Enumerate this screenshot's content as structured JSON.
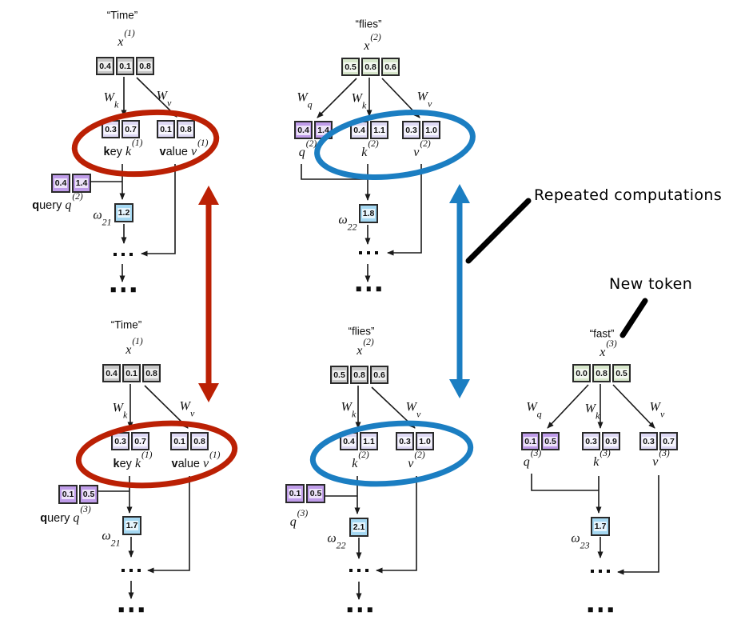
{
  "figure": {
    "description": "Attention key/value re-computation diagram for autoregressive decoding"
  },
  "annotations": {
    "repeated_computations": "Repeated computations",
    "new_token": "New token"
  },
  "ellipsis_glyph": "...",
  "colors": {
    "red": "#bb2004",
    "blue": "#1b7ec2",
    "gray": "#c7c7c7",
    "green": "#d7e7cb",
    "lavender": "#ded9f4",
    "purple": "#bf9ce9",
    "skyblue": "#a5d8f2",
    "line": "#1a1a1a",
    "ink": "#000000"
  },
  "columns": [
    {
      "token": "“Time”",
      "input": {
        "sym": "x",
        "sup": "(1)",
        "values": [
          "0.4",
          "0.1",
          "0.8"
        ]
      },
      "weights": [
        {
          "sym": "W",
          "sub": "k"
        },
        {
          "sym": "W",
          "sub": "v"
        }
      ],
      "heads": [
        {
          "word": "key",
          "sym": "k",
          "sup": "(1)",
          "values": [
            "0.3",
            "0.7"
          ]
        },
        {
          "word": "value",
          "sym": "v",
          "sup": "(1)",
          "values": [
            "0.1",
            "0.8"
          ]
        }
      ],
      "query": {
        "word": "query",
        "sym": "q",
        "sup": "(2)",
        "values": [
          "0.4",
          "1.4"
        ]
      },
      "omega": {
        "sym": "ω",
        "sub": "21",
        "value": "1.2"
      }
    },
    {
      "token": "“flies”",
      "input": {
        "sym": "x",
        "sup": "(2)",
        "values": [
          "0.5",
          "0.8",
          "0.6"
        ]
      },
      "weights": [
        {
          "sym": "W",
          "sub": "q"
        },
        {
          "sym": "W",
          "sub": "k"
        },
        {
          "sym": "W",
          "sub": "v"
        }
      ],
      "heads": [
        {
          "sym": "q",
          "sup": "(2)",
          "values": [
            "0.4",
            "1.4"
          ]
        },
        {
          "sym": "k",
          "sup": "(2)",
          "values": [
            "0.4",
            "1.1"
          ]
        },
        {
          "sym": "v",
          "sup": "(2)",
          "values": [
            "0.3",
            "1.0"
          ]
        }
      ],
      "omega": {
        "sym": "ω",
        "sub": "22",
        "value": "1.8"
      }
    },
    {
      "token": "“Time”",
      "input": {
        "sym": "x",
        "sup": "(1)",
        "values": [
          "0.4",
          "0.1",
          "0.8"
        ]
      },
      "weights": [
        {
          "sym": "W",
          "sub": "k"
        },
        {
          "sym": "W",
          "sub": "v"
        }
      ],
      "heads": [
        {
          "word": "key",
          "sym": "k",
          "sup": "(1)",
          "values": [
            "0.3",
            "0.7"
          ]
        },
        {
          "word": "value",
          "sym": "v",
          "sup": "(1)",
          "values": [
            "0.1",
            "0.8"
          ]
        }
      ],
      "query": {
        "word": "query",
        "sym": "q",
        "sup": "(3)",
        "values": [
          "0.1",
          "0.5"
        ]
      },
      "omega": {
        "sym": "ω",
        "sub": "21",
        "value": "1.7"
      }
    },
    {
      "token": "“flies”",
      "input": {
        "sym": "x",
        "sup": "(2)",
        "values": [
          "0.5",
          "0.8",
          "0.6"
        ]
      },
      "weights": [
        {
          "sym": "W",
          "sub": "k"
        },
        {
          "sym": "W",
          "sub": "v"
        }
      ],
      "heads": [
        {
          "sym": "k",
          "sup": "(2)",
          "values": [
            "0.4",
            "1.1"
          ]
        },
        {
          "sym": "v",
          "sup": "(2)",
          "values": [
            "0.3",
            "1.0"
          ]
        }
      ],
      "query": {
        "sym": "q",
        "sup": "(3)",
        "values": [
          "0.1",
          "0.5"
        ]
      },
      "omega": {
        "sym": "ω",
        "sub": "22",
        "value": "2.1"
      }
    },
    {
      "token": "“fast”",
      "input": {
        "sym": "x",
        "sup": "(3)",
        "values": [
          "0.0",
          "0.8",
          "0.5"
        ]
      },
      "weights": [
        {
          "sym": "W",
          "sub": "q"
        },
        {
          "sym": "W",
          "sub": "k"
        },
        {
          "sym": "W",
          "sub": "v"
        }
      ],
      "heads": [
        {
          "sym": "q",
          "sup": "(3)",
          "values": [
            "0.1",
            "0.5"
          ]
        },
        {
          "sym": "k",
          "sup": "(3)",
          "values": [
            "0.3",
            "0.9"
          ]
        },
        {
          "sym": "v",
          "sup": "(3)",
          "values": [
            "0.3",
            "0.7"
          ]
        }
      ],
      "omega": {
        "sym": "ω",
        "sub": "23",
        "value": "1.7"
      }
    }
  ]
}
